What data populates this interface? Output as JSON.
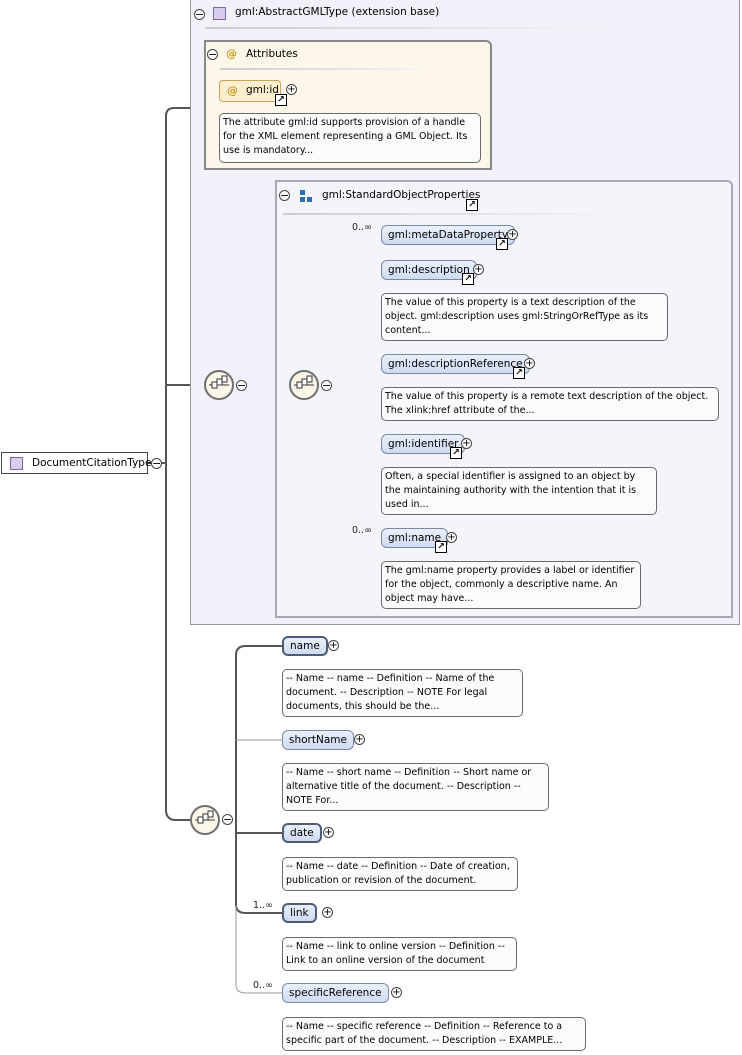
{
  "root": {
    "label": "DocumentCitationType"
  },
  "extension": {
    "label": "gml:AbstractGMLType (extension base)"
  },
  "attributes": {
    "title": "Attributes",
    "items": [
      {
        "label": "gml:id",
        "doc": [
          "The attribute gml:id supports provision of a handle",
          "for the XML element representing a GML Object. Its",
          "use is mandatory..."
        ]
      }
    ]
  },
  "group": {
    "label": "gml:StandardObjectProperties",
    "elements": [
      {
        "label": "gml:metaDataProperty",
        "card": "0..∞",
        "doc": []
      },
      {
        "label": "gml:description",
        "card": "",
        "doc": [
          "The value of this property is a text description of the",
          "object. gml:description uses gml:StringOrRefType as its",
          "content..."
        ]
      },
      {
        "label": "gml:descriptionReference",
        "card": "",
        "doc": [
          "The value of this property is a remote text description of the object.",
          "The xlink:href attribute of the..."
        ]
      },
      {
        "label": "gml:identifier",
        "card": "",
        "doc": [
          "Often, a special identifier is assigned to an object by",
          "the maintaining authority with the intention that it is",
          "used in..."
        ]
      },
      {
        "label": "gml:name",
        "card": "0..∞",
        "doc": [
          "The gml:name property provides a label or identifier",
          "for the object, commonly a descriptive name. An",
          "object may have..."
        ]
      }
    ]
  },
  "sequence": {
    "elements": [
      {
        "label": "name",
        "card": "",
        "doc": [
          "-- Name -- name -- Definition -- Name of the",
          "document. -- Description -- NOTE For legal",
          "documents, this should be the..."
        ]
      },
      {
        "label": "shortName",
        "card": "",
        "doc": [
          "-- Name -- short name -- Definition -- Short name or",
          "alternative title of the document. -- Description --",
          "NOTE For..."
        ]
      },
      {
        "label": "date",
        "card": "",
        "doc": [
          "-- Name -- date -- Definition -- Date of creation,",
          "publication or revision of the document."
        ]
      },
      {
        "label": "link",
        "card": "1..∞",
        "doc": [
          "-- Name -- link to online version -- Definition --",
          "Link to an online version of the document"
        ]
      },
      {
        "label": "specificReference",
        "card": "0..∞",
        "doc": [
          "-- Name -- specific reference -- Definition -- Reference to a",
          "specific part of the document. -- Description -- EXAMPLE..."
        ]
      }
    ]
  },
  "icons": {
    "expand": "+",
    "collapse": "−",
    "link": "↗",
    "attribute": "@"
  }
}
